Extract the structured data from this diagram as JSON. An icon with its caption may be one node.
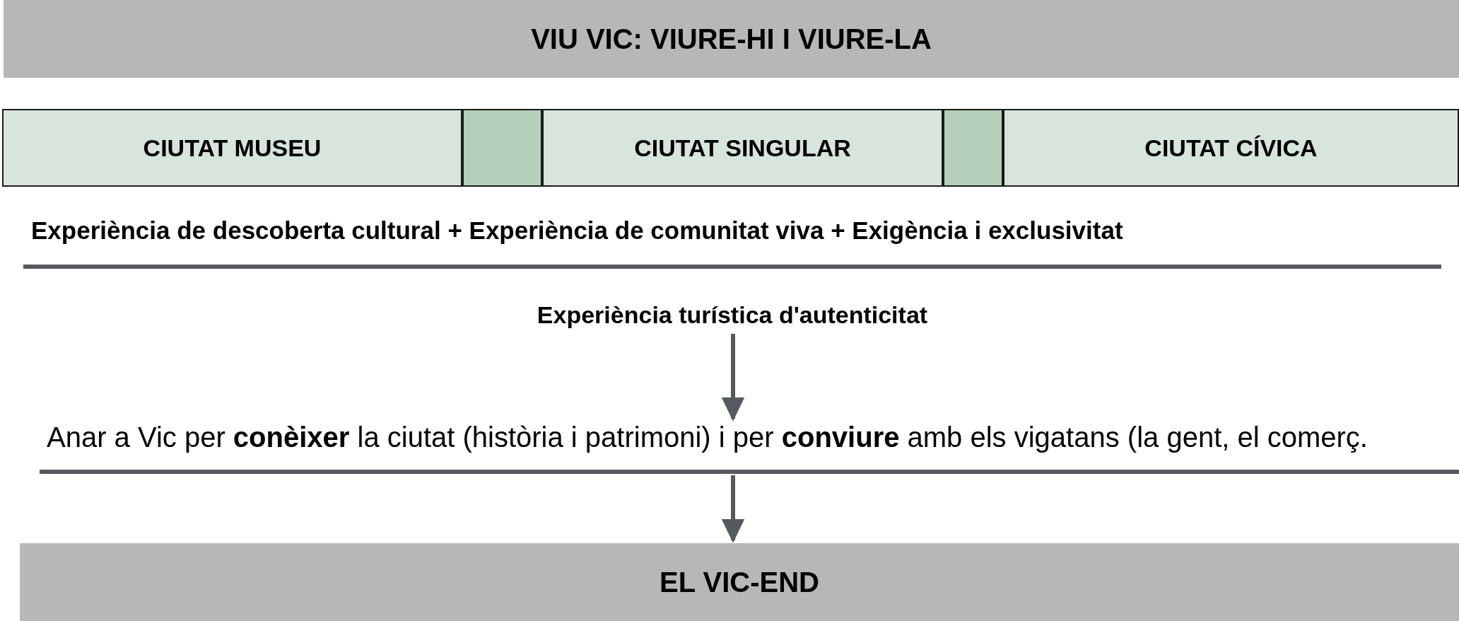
{
  "diagram": {
    "nodes": [
      {
        "text": [
          "VIU VIC: VIURE-HI I VIURE-LA"
        ]
      },
      {
        "text": [
          "CIUTAT MUSEU"
        ]
      },
      {
        "text": [],
        "shape": "box"
      },
      {
        "text": [
          "CIUTAT SINGULAR"
        ]
      },
      {
        "text": [],
        "shape": "box"
      },
      {
        "text": [
          "CIUTAT CÍVICA"
        ]
      },
      {
        "text": [
          "Experiència turística d'autenticitat"
        ]
      },
      {
        "text": [
          "Anar a Vic per **conèixer** la ciutat (història i patrimoni) i per **conviure** amb els vigatans (la gent, el comerç."
        ]
      },
      {
        "text": [
          "EL VIC-END"
        ]
      }
    ],
    "edges": [
      {
        "from": 6,
        "to": 7,
        "arrow": "to"
      },
      {
        "from": 7,
        "to": 8,
        "arrow": "to"
      }
    ],
    "labels": [
      "Experiència de descoberta cultural + Experiència de comunitat viva + Exigència i exclusivitat"
    ]
  }
}
